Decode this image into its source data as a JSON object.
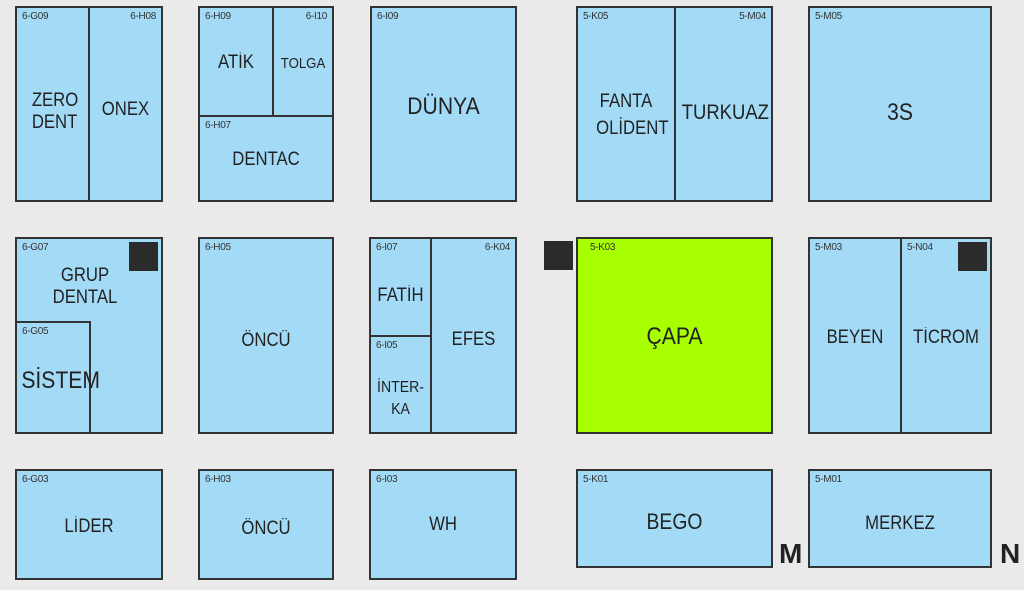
{
  "booths": {
    "g09": {
      "code": "6-G09",
      "name": "ZERO DENT"
    },
    "h08": {
      "code": "6-H08",
      "name": "ONEX"
    },
    "h09": {
      "code": "6-H09",
      "name": "ATİK"
    },
    "i10": {
      "code": "6-I10",
      "name": "TOLGA"
    },
    "h07": {
      "code": "6-H07",
      "name": "DENTAC"
    },
    "i09": {
      "code": "6-I09",
      "name": "DÜNYA"
    },
    "k05": {
      "code": "5-K05",
      "name": "FANTA OLİDENT"
    },
    "m04": {
      "code": "5-M04",
      "name": "TURKUAZ"
    },
    "m05": {
      "code": "5-M05",
      "name": "3S"
    },
    "g07": {
      "code": "6-G07",
      "name": "GRUP DENTAL"
    },
    "g05": {
      "code": "6-G05",
      "name": "SİSTEM"
    },
    "h05": {
      "code": "6-H05",
      "name": "ÖNCÜ"
    },
    "i07": {
      "code": "6-I07",
      "name": "FATİH"
    },
    "i05": {
      "code": "6-I05",
      "name": "İNTER-KA"
    },
    "k04": {
      "code": "6-K04",
      "name": "EFES"
    },
    "k03": {
      "code": "5-K03",
      "name": "ÇAPA"
    },
    "m03": {
      "code": "5-M03",
      "name": "BEYEN"
    },
    "n04": {
      "code": "5-N04",
      "name": "TİCROM"
    },
    "g03": {
      "code": "6-G03",
      "name": "LİDER"
    },
    "h03": {
      "code": "6-H03",
      "name": "ÖNCÜ"
    },
    "i03": {
      "code": "6-I03",
      "name": "WH"
    },
    "k01": {
      "code": "5-K01",
      "name": "BEGO"
    },
    "m01": {
      "code": "5-M01",
      "name": "MERKEZ"
    }
  },
  "aisles": {
    "m": "M",
    "n": "N"
  },
  "colors": {
    "booth": "#a3dbf7",
    "highlight": "#a8ff00",
    "border": "#333333",
    "background": "#ebeaea"
  }
}
